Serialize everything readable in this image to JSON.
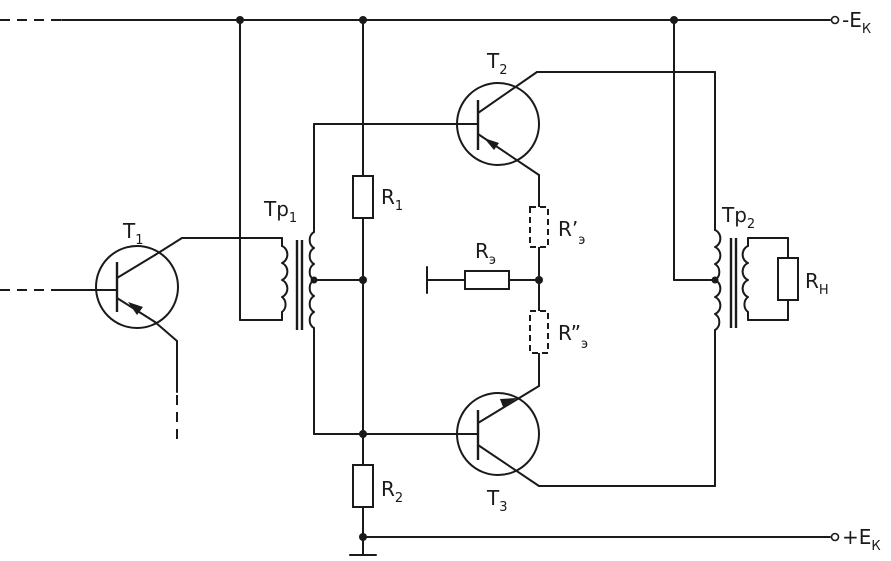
{
  "diagram": {
    "labels": {
      "t1": {
        "main": "T",
        "sub": "1"
      },
      "t2": {
        "main": "T",
        "sub": "2"
      },
      "t3": {
        "main": "T",
        "sub": "3"
      },
      "tp1": {
        "main": "Tp",
        "sub": "1"
      },
      "tp2": {
        "main": "Tp",
        "sub": "2"
      },
      "r1": {
        "main": "R",
        "sub": "1"
      },
      "r2": {
        "main": "R",
        "sub": "2"
      },
      "re": {
        "main": "R",
        "sub": "э"
      },
      "re1": {
        "main": "R’",
        "sub": "э"
      },
      "re2": {
        "main": "R”",
        "sub": "э"
      },
      "rn": {
        "main": "R",
        "sub": "Н"
      },
      "ek_neg": {
        "main": "-E",
        "sub": "К"
      },
      "ek_pos": {
        "main": "+E",
        "sub": "К"
      }
    }
  }
}
